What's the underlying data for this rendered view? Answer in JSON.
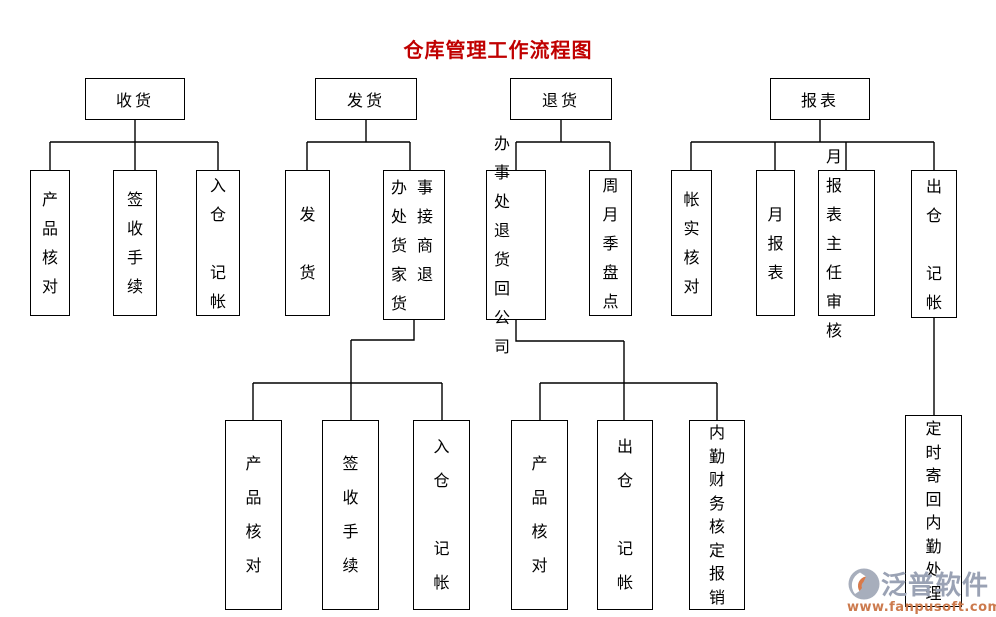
{
  "title": "仓库管理工作流程图",
  "colors": {
    "title_red": "#c00000",
    "line_black": "#000000",
    "watermark_gray": "#9aa2b4",
    "watermark_orange": "#cc7a4d"
  },
  "branches": [
    {
      "root": "收货",
      "children": [
        {
          "label": "产品核对",
          "lines": [
            "产",
            "品",
            "核",
            "对"
          ]
        },
        {
          "label": "签收手续",
          "lines": [
            "签",
            "收",
            "手",
            "续"
          ]
        },
        {
          "label": "入仓 记帐",
          "lines": [
            "入",
            "仓",
            "",
            "记",
            "帐"
          ]
        }
      ],
      "grandchildren": []
    },
    {
      "root": "发货",
      "children": [
        {
          "label": "发 货",
          "lines": [
            "发",
            "",
            "货"
          ]
        },
        {
          "label": "办事处接货商家退货",
          "lines": [
            "办事",
            "处接",
            "货商",
            "家退",
            "货"
          ]
        }
      ],
      "grandchildren": [
        {
          "label": "产品核对",
          "lines": [
            "产",
            "品",
            "核",
            "对"
          ]
        },
        {
          "label": "签收手续",
          "lines": [
            "签",
            "收",
            "手",
            "续"
          ]
        },
        {
          "label": "入仓 记帐",
          "lines": [
            "入",
            "仓",
            "",
            "记",
            "帐"
          ]
        }
      ]
    },
    {
      "root": "退货",
      "children": [
        {
          "label": "办事处退货回公司",
          "lines": [
            "办事",
            "处退",
            "货回",
            "公司"
          ]
        },
        {
          "label": "周月季盘点",
          "lines": [
            "周",
            "月",
            "季",
            "盘",
            "点"
          ]
        }
      ],
      "grandchildren": [
        {
          "label": "产品核对",
          "lines": [
            "产",
            "品",
            "核",
            "对"
          ]
        },
        {
          "label": "出仓 记帐",
          "lines": [
            "出",
            "仓",
            "",
            "记",
            "帐"
          ]
        },
        {
          "label": "内勤财务核定报销",
          "lines": [
            "内",
            "勤",
            "财",
            "务",
            "核",
            "定",
            "报",
            "销"
          ]
        }
      ]
    },
    {
      "root": "报表",
      "children": [
        {
          "label": "帐实核对",
          "lines": [
            "帐",
            "实",
            "核",
            "对"
          ]
        },
        {
          "label": "月报表",
          "lines": [
            "月",
            "报",
            "表"
          ]
        },
        {
          "label": "月报表主任审核",
          "lines": [
            "月报",
            "表主",
            "任审",
            "核"
          ]
        },
        {
          "label": "出仓 记帐",
          "lines": [
            "出",
            "仓",
            "",
            "记",
            "帐"
          ]
        }
      ],
      "grandchildren": [
        {
          "label": "定时寄回内勤处理",
          "lines": [
            "定",
            "时",
            "寄",
            "回",
            "内",
            "勤",
            "处",
            "理"
          ]
        }
      ]
    }
  ],
  "watermark": {
    "brand": "泛普软件",
    "url": "www.fanpusoft.com"
  }
}
